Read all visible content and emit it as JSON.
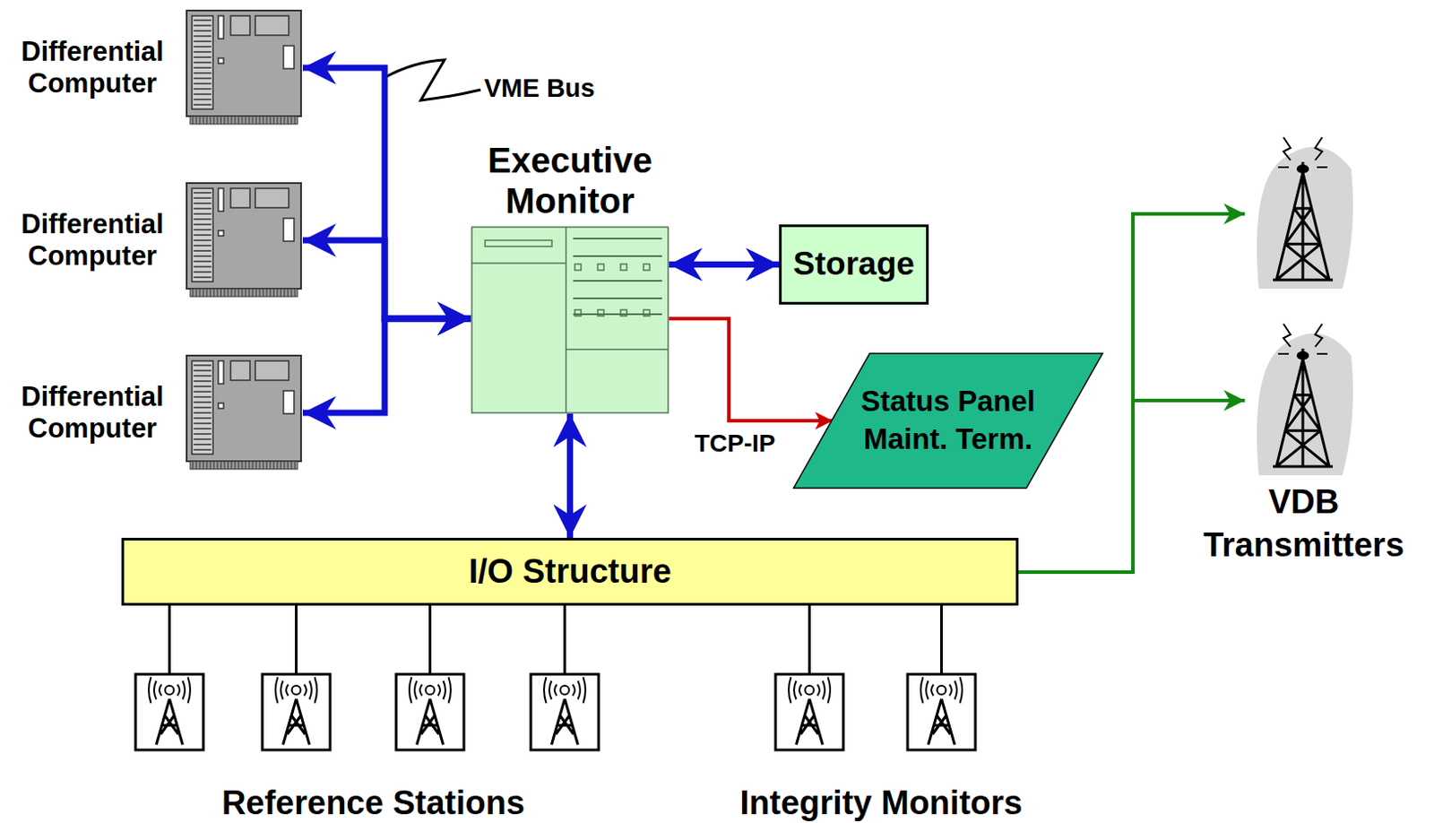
{
  "diagram": {
    "nodes": [
      {
        "text": [
          "Differential Computer"
        ]
      },
      {
        "text": [
          "Differential Computer"
        ]
      },
      {
        "text": [
          "Differential Computer"
        ]
      },
      {
        "text": [
          "Executive Monitor"
        ]
      },
      {
        "text": [
          "Storage"
        ]
      },
      {
        "text": [
          "Status Panel Maint. Term."
        ]
      },
      {
        "text": [
          "I/O Structure"
        ]
      }
    ],
    "edges": [
      {
        "from": 0,
        "to": 3,
        "arrow": "both"
      },
      {
        "from": 1,
        "to": 3,
        "arrow": "both"
      },
      {
        "from": 2,
        "to": 3,
        "arrow": "both"
      },
      {
        "from": 3,
        "to": 4,
        "arrow": "both"
      },
      {
        "from": 3,
        "to": 5,
        "label": "TCP-IP",
        "arrow": "to"
      },
      {
        "from": 3,
        "to": 6,
        "arrow": "both"
      }
    ],
    "labels": [
      "VME Bus",
      "Reference Stations",
      "Integrity Monitors",
      "VDB Transmitters"
    ]
  }
}
